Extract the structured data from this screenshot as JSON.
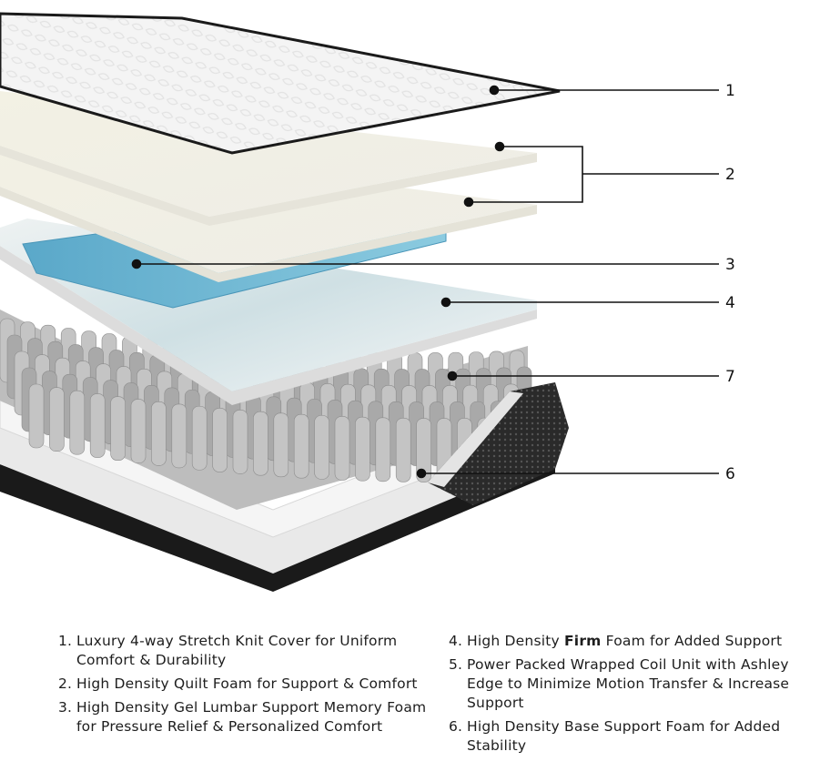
{
  "diagram": {
    "callouts": [
      "1",
      "2",
      "3",
      "4",
      "7",
      "6"
    ]
  },
  "legend": {
    "left": [
      {
        "num": "1.",
        "text": "Luxury 4-way Stretch Knit Cover for Uniform Comfort & Durability"
      },
      {
        "num": "2.",
        "text": "High Density Quilt Foam for Support & Comfort"
      },
      {
        "num": "3.",
        "text": "High Density Gel Lumbar Support Memory Foam for Pressure Relief & Personalized Comfort"
      }
    ],
    "right": [
      {
        "num": "4.",
        "pre": "High Density ",
        "bold": "Firm",
        "post": " Foam for Added Support"
      },
      {
        "num": "5.",
        "text": "Power Packed Wrapped Coil Unit with Ashley Edge to Minimize Motion Transfer & Increase Support"
      },
      {
        "num": "6.",
        "text": "High Density Base Support Foam for Added Stability"
      }
    ]
  }
}
